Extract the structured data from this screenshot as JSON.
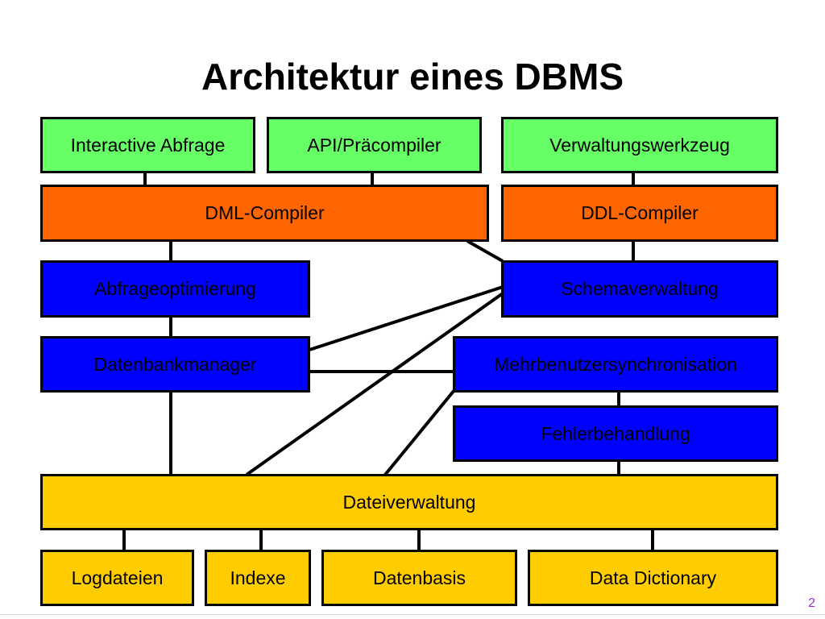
{
  "slide": {
    "title": "Architektur eines DBMS",
    "page_number": "2"
  },
  "boxes": {
    "interactive_abfrage": "Interactive Abfrage",
    "api_precompiler": "API/Präcompiler",
    "verwaltungswerkzeug": "Verwaltungswerkzeug",
    "dml_compiler": "DML-Compiler",
    "ddl_compiler": "DDL-Compiler",
    "abfrageoptimierung": "Abfrageoptimierung",
    "schemaverwaltung": "Schemaverwaltung",
    "datenbankmanager": "Datenbankmanager",
    "mehrbenutzersynchronisation": "Mehrbenutzersynchronisation",
    "fehlerbehandlung": "Fehlerbehandlung",
    "dateiverwaltung": "Dateiverwaltung",
    "logdateien": "Logdateien",
    "indexe": "Indexe",
    "datenbasis": "Datenbasis",
    "data_dictionary": "Data Dictionary"
  },
  "colors": {
    "interface_layer": "#66ff66",
    "compiler_layer": "#ff6600",
    "core_layer": "#0000ff",
    "storage_layer": "#ffcc00",
    "page_number": "#9933cc"
  }
}
